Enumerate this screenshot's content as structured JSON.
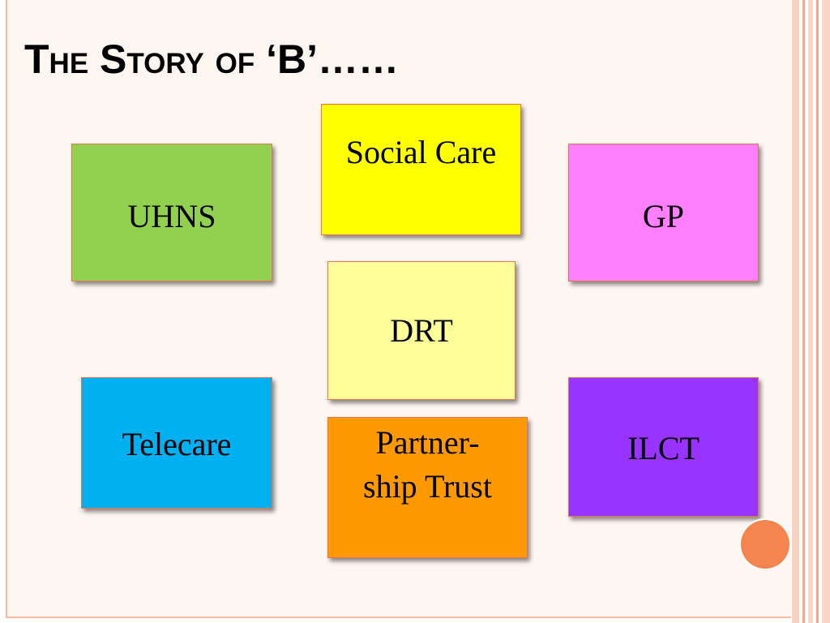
{
  "slide": {
    "title": "The Story of ‘B’……",
    "boxes": {
      "social_care": "Social Care",
      "uhns": "UHNS",
      "gp": "GP",
      "drt": "DRT",
      "telecare": "Telecare",
      "ilct": "ILCT",
      "partnership_trust": "Partner-ship Trust"
    },
    "colors": {
      "social_care": "#ffff00",
      "uhns": "#92d050",
      "gp": "#ff80ff",
      "drt": "#ffff99",
      "telecare": "#00b0f0",
      "ilct": "#9933ff",
      "partnership_trust": "#ff9900",
      "accent_dot": "#f4854f"
    }
  }
}
